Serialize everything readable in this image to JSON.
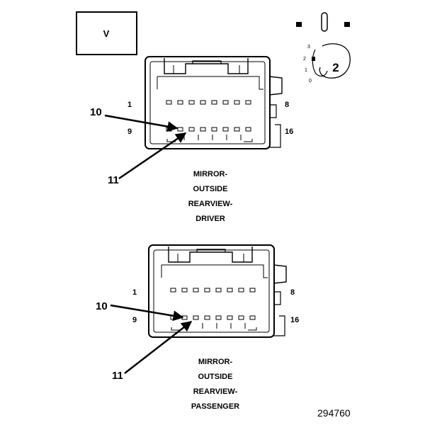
{
  "view_box": {
    "label": "V"
  },
  "key": {
    "number": "2",
    "positions": [
      "3",
      "2",
      "1",
      "0"
    ]
  },
  "driver": {
    "pin_first_top": "1",
    "pin_last_top": "8",
    "pin_first_bottom": "9",
    "pin_last_bottom": "16",
    "callout_a": "10",
    "callout_b": "11",
    "title_lines": [
      "MIRROR-",
      "OUTSIDE",
      "REARVIEW-",
      "DRIVER"
    ]
  },
  "passenger": {
    "pin_first_top": "1",
    "pin_last_top": "8",
    "pin_first_bottom": "9",
    "pin_last_bottom": "16",
    "callout_a": "10",
    "callout_b": "11",
    "title_lines": [
      "MIRROR-",
      "OUTSIDE",
      "REARVIEW-",
      "PASSENGER"
    ]
  },
  "figure_number": "294760"
}
